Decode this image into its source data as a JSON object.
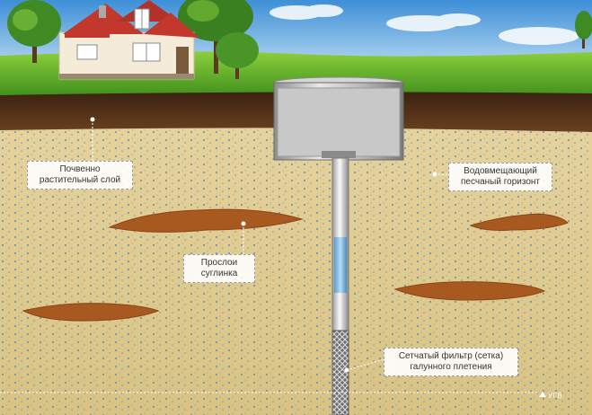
{
  "labels": {
    "topsoil": {
      "line1": "Почвенно",
      "line2": "растительный слой"
    },
    "aquifer": {
      "line1": "Водовмещающий",
      "line2": "песчаный горизонт"
    },
    "loam": {
      "line1": "Прослои",
      "line2": "суглинка"
    },
    "filter": {
      "line1": "Сетчатый фильтр (сетка)",
      "line2": "галунного плетения"
    },
    "water_level": "УГВ"
  },
  "colors": {
    "sky": "#4f9ee0",
    "grass": "#5caf2a",
    "topsoil": "#4a2a14",
    "sand": "#e2cc91",
    "dots": "#4a86b8",
    "loam": "#a55a22",
    "pipe": "#e8e8e8",
    "water": "#7ab8e0",
    "casing": "#c9c9c9"
  }
}
